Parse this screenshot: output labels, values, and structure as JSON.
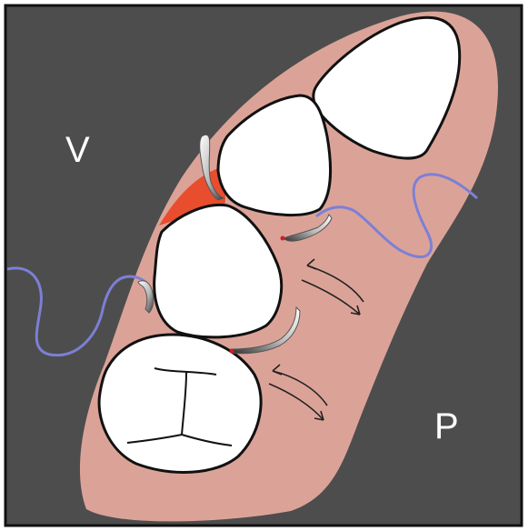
{
  "labels": {
    "vestibular": "V",
    "palatal": "P"
  },
  "colors": {
    "background": "#4d4d4d",
    "gingiva": "#dba398",
    "tooth_fill": "#ffffff",
    "tooth_outline": "#111111",
    "inflamed_gingiva": "#e84d2e",
    "suture_thread": "#7d7fd6",
    "arrow": "#222222",
    "frame_border": "#111111",
    "needle_tip": "#c8202a"
  },
  "elements": {
    "teeth": [
      "incisor-distal",
      "incisor-mesial",
      "premolar-left",
      "premolar-lower"
    ],
    "suture_needles": 4,
    "direction_arrow_pairs": 2
  }
}
